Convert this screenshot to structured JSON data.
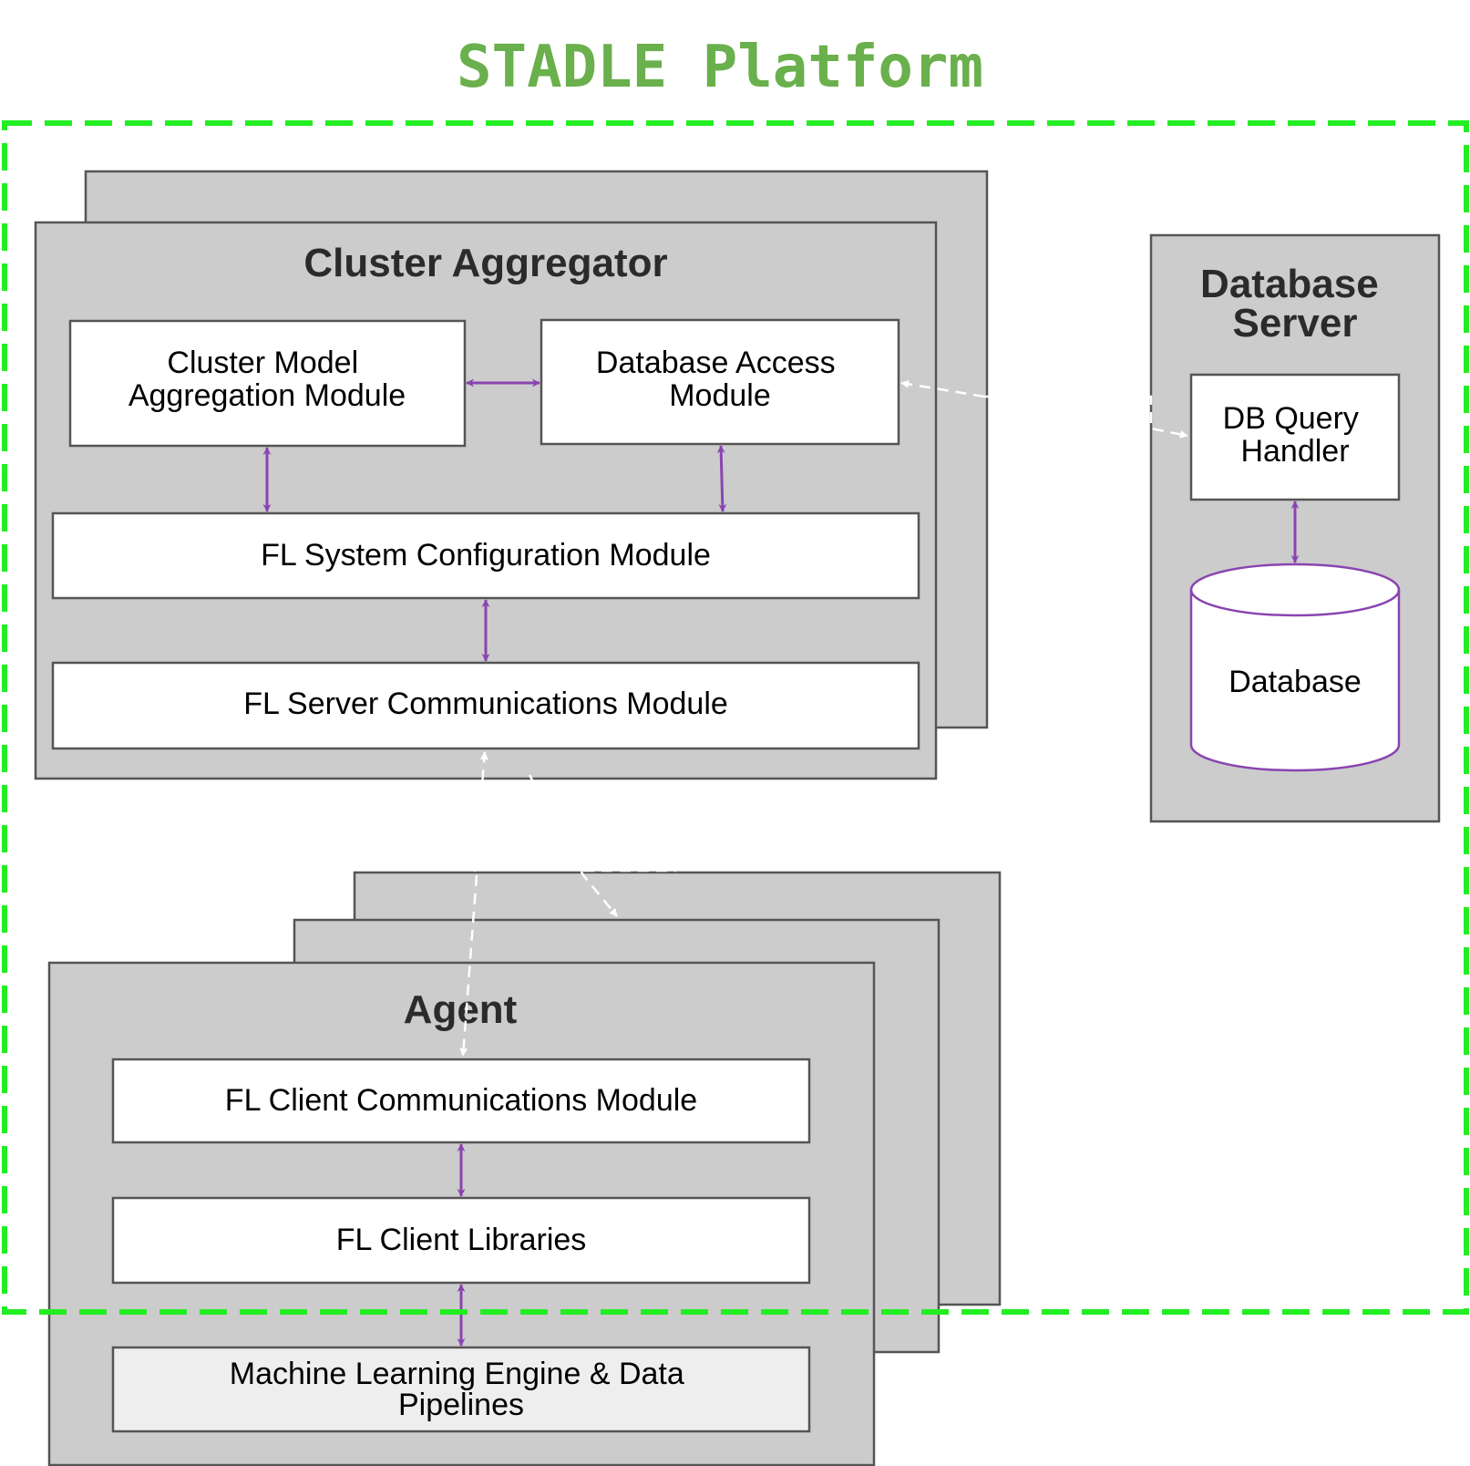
{
  "platform": {
    "title": "STADLE Platform",
    "border_color": "#22ee22",
    "title_color": "#6ab04c"
  },
  "cluster_aggregator": {
    "title": "Cluster Aggregator",
    "modules": {
      "aggregation": [
        "Cluster Model",
        "Aggregation Module"
      ],
      "db_access": [
        "Database Access",
        "Module"
      ],
      "config": "FL System Configuration Module",
      "server_comm": "FL Server Communications Module"
    }
  },
  "database_server": {
    "title": [
      "Database",
      "Server"
    ],
    "query_handler": [
      "DB Query",
      "Handler"
    ],
    "database": "Database"
  },
  "agent": {
    "title": "Agent",
    "modules": {
      "client_comm": "FL Client Communications Module",
      "client_libs": "FL Client Libraries",
      "ml_engine": [
        "Machine Learning Engine & Data",
        "Pipelines"
      ]
    }
  },
  "colors": {
    "container_fill": "#cccccc",
    "module_fill": "#ffffff",
    "link_color": "#8a44b0"
  }
}
